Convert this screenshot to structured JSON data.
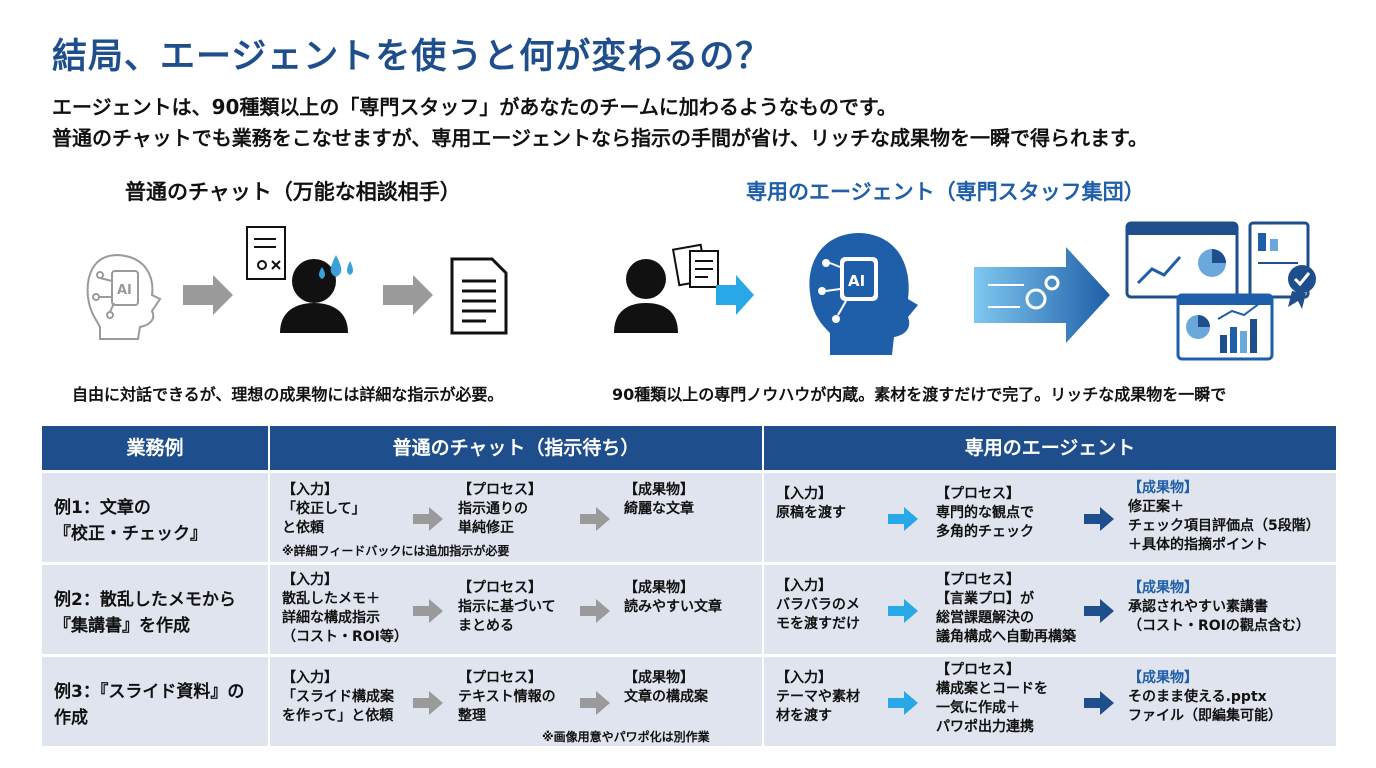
{
  "title": "結局、エージェントを使うと何が変わるの？",
  "intro": {
    "line1": "エージェントは、90種類以上の「専門スタッフ」があなたのチームに加わるようなものです。",
    "line2": "普通のチャットでも業務をこなせますが、専用エージェントなら指示の手間が省け、リッチな成果物を一瞬で得られます。"
  },
  "comparison": {
    "left_heading": "普通のチャット（万能な相談相手）",
    "right_heading": "専用のエージェント（専門スタッフ集団）",
    "left_caption": "自由に対話できるが、理想の成果物には詳細な指示が必要。",
    "right_caption": "90種類以上の専門ノウハウが内蔵。素材を渡すだけで完了。リッチな成果物を一瞬で",
    "icon_ai_label": "AI"
  },
  "table": {
    "headers": [
      "業務例",
      "普通のチャット（指示待ち）",
      "専用のエージェント"
    ],
    "rows": [
      {
        "example": [
          "例1：文章の",
          "『校正・チェック』"
        ],
        "chat": {
          "input": [
            "【入力】",
            "「校正して」",
            "と依頼"
          ],
          "process": [
            "【プロセス】",
            "指示通りの",
            "単純修正"
          ],
          "output": [
            "【成果物】",
            "綺麗な文章"
          ],
          "note": "※詳細フィードバックには追加指示が必要"
        },
        "agent": {
          "input": [
            "【入力】",
            "原稿を渡す"
          ],
          "process": [
            "【プロセス】",
            "専門的な観点で",
            "多角的チェック"
          ],
          "output": [
            "【成果物】",
            "修正案＋",
            "チェック項目評価点（5段階）",
            "＋具体的指摘ポイント"
          ]
        }
      },
      {
        "example": [
          "例2：散乱したメモから",
          "『集講書』を作成"
        ],
        "chat": {
          "input": [
            "【入力】",
            "散乱したメモ＋",
            "詳細な構成指示",
            "（コスト・ROI等）"
          ],
          "process": [
            "【プロセス】",
            "指示に基づいて",
            "まとめる"
          ],
          "output": [
            "【成果物】",
            "読みやすい文章"
          ],
          "note": ""
        },
        "agent": {
          "input": [
            "【入力】",
            "バラバラのメ",
            "モを渡すだけ"
          ],
          "process": [
            "【プロセス】",
            "【言業プロ】が",
            "総営課題解決の",
            "議角構成へ自動再構築"
          ],
          "output": [
            "【成果物】",
            "承認されやすい素講書",
            "（コスト・ROIの觀点含む）"
          ]
        }
      },
      {
        "example": [
          "例3：『スライド資料』の",
          "作成"
        ],
        "chat": {
          "input": [
            "【入力】",
            "「スライド構成案",
            "を作って」と依頼"
          ],
          "process": [
            "【プロセス】",
            "テキスト情報の",
            "整理"
          ],
          "output": [
            "【成果物】",
            "文章の構成案"
          ],
          "note": "※画像用意やパワポ化は別作業"
        },
        "agent": {
          "input": [
            "【入力】",
            "テーマや素材",
            "材を渡す"
          ],
          "process": [
            "【プロセス】",
            "構成案とコードを",
            "一気に作成＋",
            "パワポ出力連携"
          ],
          "output": [
            "【成果物】",
            "そのまま使える.pptx",
            "ファイル（即編集可能）"
          ]
        }
      }
    ]
  },
  "colors": {
    "title": "#1f4e8c",
    "accent_blue": "#1f5ea8",
    "header_bg": "#1f4e8c",
    "row_bg": "#dfe4ee",
    "chat_arrow": "#9a9a9a",
    "agent_arrow_light": "#29a8e8",
    "agent_arrow_dark": "#1f4e8c"
  }
}
